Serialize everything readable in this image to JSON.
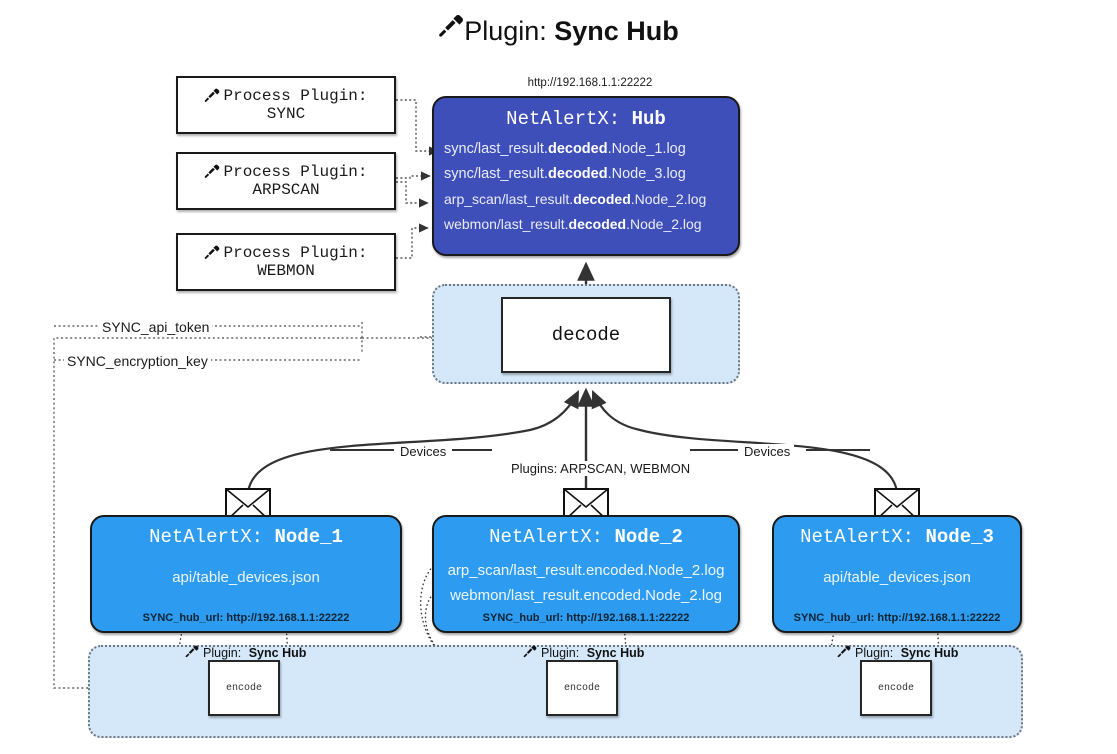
{
  "title": {
    "prefix": "Plugin:",
    "name": "Sync Hub",
    "icon": "plug-icon"
  },
  "hub": {
    "url": "http://192.168.1.1:22222",
    "title_prefix": "NetAlertX:",
    "title_name": "Hub",
    "lines": [
      {
        "pre": "sync/last_result.",
        "mid": "decoded",
        "post": ".Node_1.log"
      },
      {
        "pre": "sync/last_result.",
        "mid": "decoded",
        "post": ".Node_3.log"
      },
      {
        "pre": "arp_scan/last_result.",
        "mid": "decoded",
        "post": ".Node_2.log"
      },
      {
        "pre": "webmon/last_result.",
        "mid": "decoded",
        "post": ".Node_2.log"
      }
    ]
  },
  "process_plugins": [
    {
      "label": "Process Plugin:",
      "name": "SYNC",
      "icon": "plug-icon"
    },
    {
      "label": "Process Plugin:",
      "name": "ARPSCAN",
      "icon": "plug-icon"
    },
    {
      "label": "Process Plugin:",
      "name": "WEBMON",
      "icon": "plug-icon"
    }
  ],
  "decode": {
    "label": "decode"
  },
  "tokens": [
    {
      "label": "SYNC_api_token"
    },
    {
      "label": "SYNC_encryption_key"
    }
  ],
  "mid_labels": {
    "devices_left": "Devices",
    "devices_right": "Devices",
    "plugins": "Plugins: ARPSCAN, WEBMON"
  },
  "nodes": [
    {
      "title_prefix": "NetAlertX:",
      "title_name": "Node_1",
      "lines": [
        {
          "text": "api/table_devices.json"
        }
      ],
      "url_label": "SYNC_hub_url:",
      "url_value": "http://192.168.1.1:22222",
      "envelope": "envelope-icon"
    },
    {
      "title_prefix": "NetAlertX:",
      "title_name": "Node_2",
      "lines": [
        {
          "text": "arp_scan/last_result.encoded.Node_2.log"
        },
        {
          "text": "webmon/last_result.encoded.Node_2.log"
        }
      ],
      "url_label": "SYNC_hub_url:",
      "url_value": "http://192.168.1.1:22222",
      "envelope": "envelope-icon"
    },
    {
      "title_prefix": "NetAlertX:",
      "title_name": "Node_3",
      "lines": [
        {
          "text": "api/table_devices.json"
        }
      ],
      "url_label": "SYNC_hub_url:",
      "url_value": "http://192.168.1.1:22222",
      "envelope": "envelope-icon"
    }
  ],
  "encoders": [
    {
      "caption_prefix": "Plugin:",
      "caption_name": "Sync Hub",
      "box_label": "encode",
      "icon": "plug-icon"
    },
    {
      "caption_prefix": "Plugin:",
      "caption_name": "Sync Hub",
      "box_label": "encode",
      "icon": "plug-icon"
    },
    {
      "caption_prefix": "Plugin:",
      "caption_name": "Sync Hub",
      "box_label": "encode",
      "icon": "plug-icon"
    }
  ],
  "colors": {
    "hub": "#3f4fba",
    "node": "#2d9cf0",
    "band": "#d4e8fa",
    "stroke": "#1a1a1a"
  }
}
